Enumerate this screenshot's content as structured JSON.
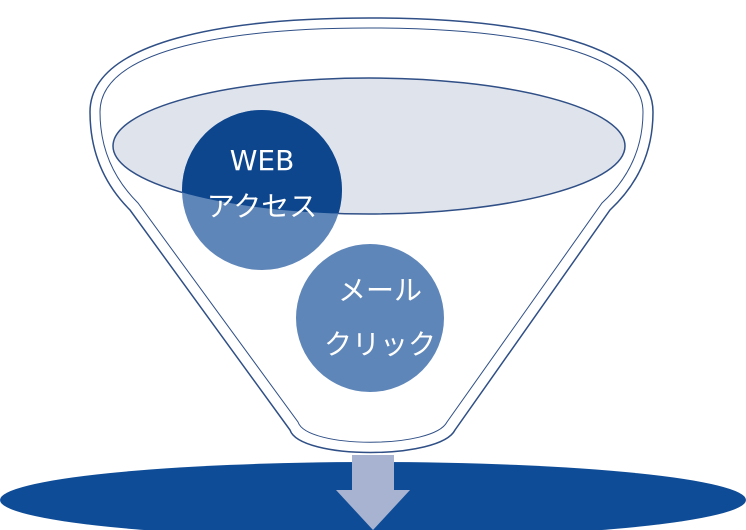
{
  "diagram": {
    "type": "funnel",
    "bubbles": [
      {
        "line1": "WEB",
        "line2": "アクセス"
      },
      {
        "line1": "メール",
        "line2": "クリック"
      }
    ],
    "colors": {
      "funnel_stroke": "#2f4f86",
      "funnel_fill": "#ffffff",
      "rim_fill": "#dfe3ec",
      "bubble_dark": "#0e468e",
      "bubble_light": "#5f86b9",
      "arrow": "#a7b3d0",
      "base": "#0f4c97"
    }
  }
}
